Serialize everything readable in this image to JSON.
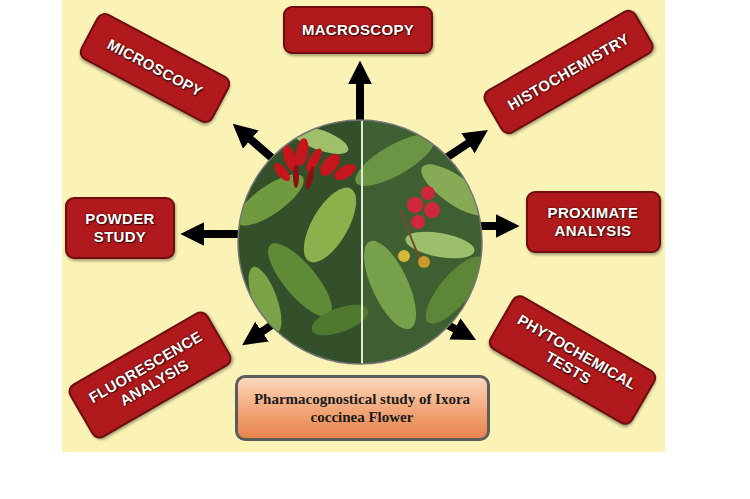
{
  "diagram": {
    "nodes": [
      {
        "text": [
          "MACROSCOPY"
        ]
      },
      {
        "text": [
          "MICROSCOPY"
        ]
      },
      {
        "text": [
          "HISTOCHEMISTRY"
        ]
      },
      {
        "text": [
          "POWDER STUDY"
        ]
      },
      {
        "text": [
          "PROXIMATE ANALYSIS"
        ]
      },
      {
        "text": [
          "FLUORESCENCE ANALYSIS"
        ]
      },
      {
        "text": [
          "PHYTOCHEMICAL TESTS"
        ]
      },
      {
        "text": [
          "Pharmacognostical study of Ixora coccinea Flower"
        ]
      }
    ]
  }
}
